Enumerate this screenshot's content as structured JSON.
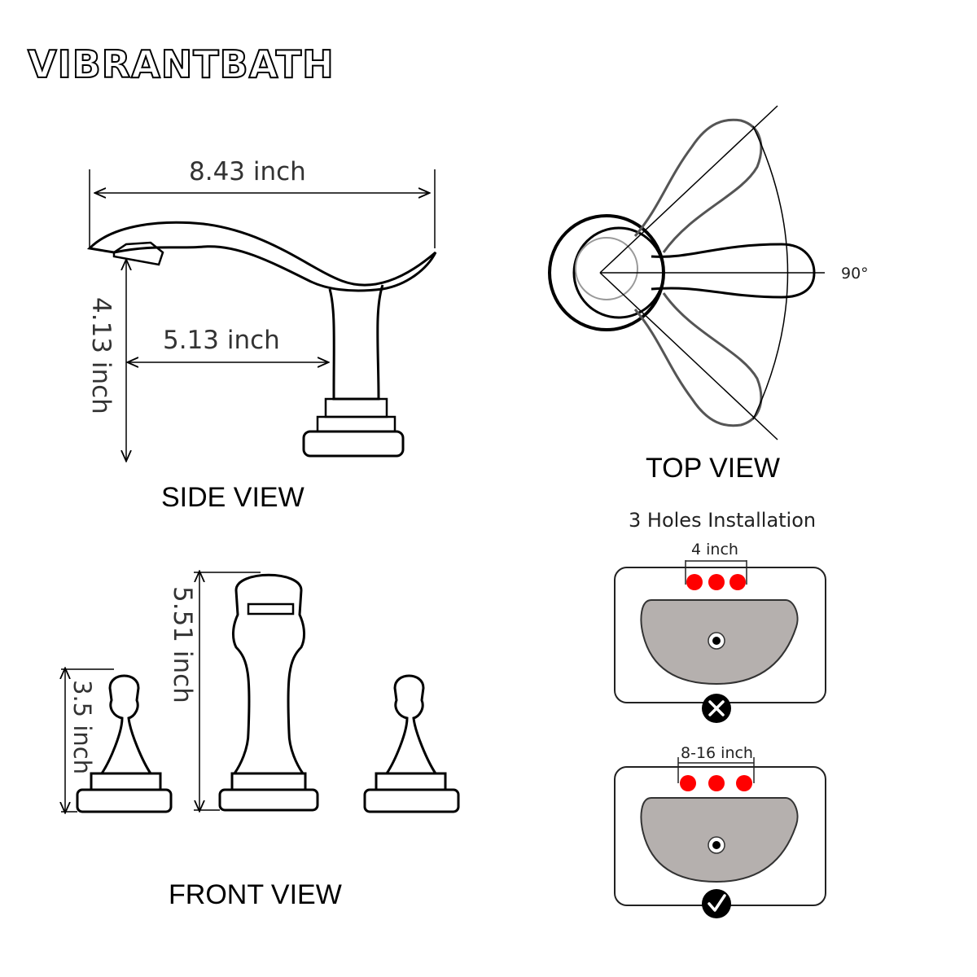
{
  "brand": {
    "name": "VIBRANTBATH"
  },
  "side_view": {
    "label": "SIDE VIEW",
    "dimensions": {
      "length": "8.43 inch",
      "height": "4.13 inch",
      "reach": "5.13 inch"
    }
  },
  "top_view": {
    "label": "TOP VIEW",
    "angle": "90°"
  },
  "front_view": {
    "label": "FRONT VIEW",
    "dimensions": {
      "spout_height": "5.51 inch",
      "handle_height": "3.5 inch"
    }
  },
  "installation": {
    "title": "3 Holes Installation",
    "options": [
      {
        "spacing": "4 inch",
        "status": "incorrect",
        "status_icon": "x-icon",
        "hole_color": "#ff0000"
      },
      {
        "spacing": "8-16 inch",
        "status": "correct",
        "status_icon": "check-icon",
        "hole_color": "#ff0000"
      }
    ],
    "basin_color": "#b5b0ae"
  }
}
